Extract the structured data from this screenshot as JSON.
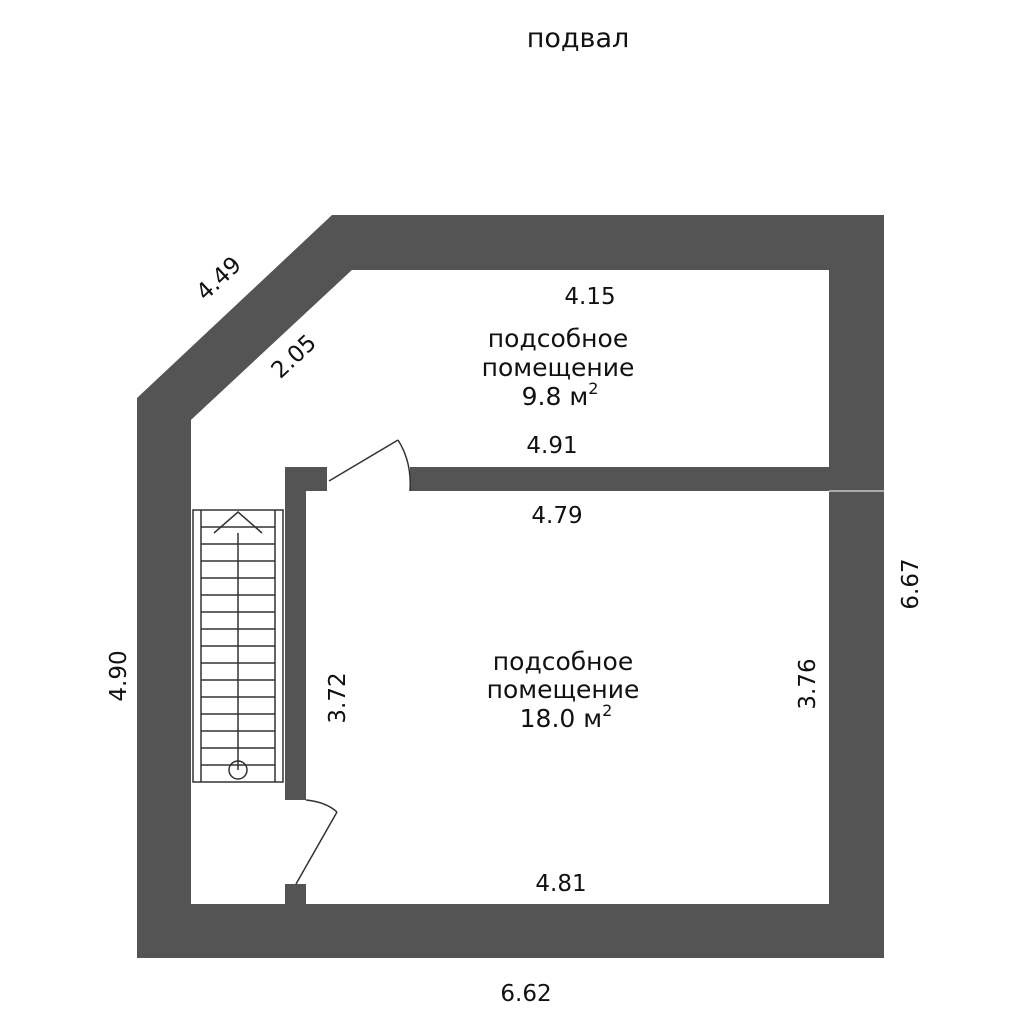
{
  "title": "подвал",
  "watermark": "etagi",
  "colors": {
    "wall": "#545454",
    "background": "#ffffff",
    "line": "#333333",
    "watermark": "#e9e9e9"
  },
  "rooms": [
    {
      "name_line1": "подсобное",
      "name_line2": "помещение",
      "area_value": "9.8 м",
      "area_sup": "2"
    },
    {
      "name_line1": "подсобное",
      "name_line2": "помещение",
      "area_value": "18.0 м",
      "area_sup": "2"
    }
  ],
  "dimensions": {
    "diagonal_outer": "4.49",
    "diagonal_inner": "2.05",
    "top_room_top": "4.15",
    "top_room_bottom": "4.91",
    "main_room_top": "4.79",
    "main_room_bottom": "4.81",
    "left_outer": "4.90",
    "main_room_left": "3.72",
    "main_room_right": "3.76",
    "right_outer": "6.67",
    "bottom_outer": "6.62"
  },
  "icons": {
    "stairs": "staircase-icon",
    "door": "door-swing-icon"
  }
}
